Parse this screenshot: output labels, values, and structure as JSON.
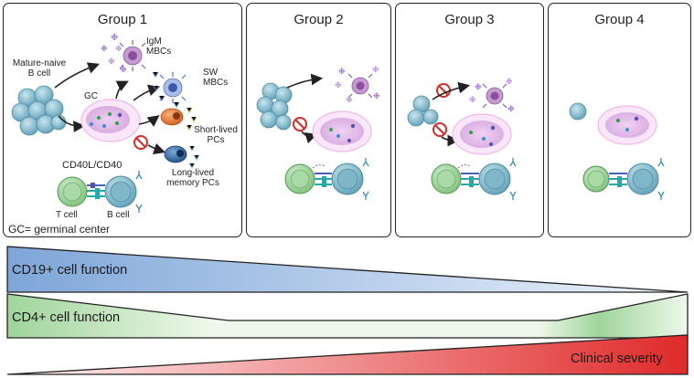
{
  "groups": [
    {
      "title": "Group 1"
    },
    {
      "title": "Group 2"
    },
    {
      "title": "Group 3"
    },
    {
      "title": "Group 4"
    }
  ],
  "group1_labels": {
    "mature_naive": "Mature-naive",
    "b_cell_1": "B cell",
    "gc": "GC",
    "igm": "IgM",
    "mbcs_1": "MBCs",
    "sw": "SW",
    "mbcs_2": "MBCs",
    "short_lived": "Short-lived",
    "pcs_1": "PCs",
    "long_lived": "Long-lived",
    "memory_pcs": "memory PCs",
    "cd40": "CD40L/CD40",
    "t_cell": "T cell",
    "b_cell_2": "B cell",
    "gc_note": "GC= germinal center"
  },
  "bars": {
    "cd19": "CD19+ cell function",
    "cd4": "CD4+ cell function",
    "severity": "Clinical severity"
  },
  "colors": {
    "cd19_start": "#7ea6d8",
    "cd19_end": "#eef4fc",
    "cd4_green": "#9fd49a",
    "cd4_light": "#eef8ea",
    "severity_start": "#fdf2f2",
    "severity_end": "#e02a2a"
  }
}
